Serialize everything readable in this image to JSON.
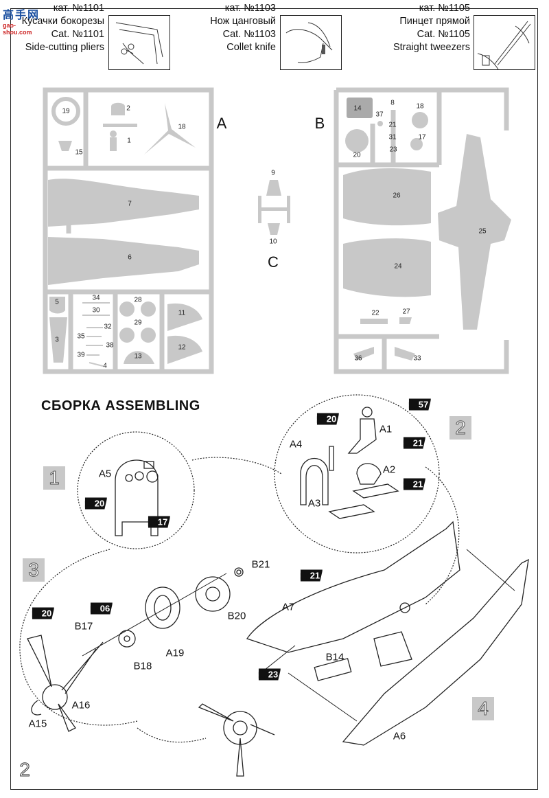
{
  "logo": {
    "chars": "高手网",
    "site": "gao-shou.com"
  },
  "tools": [
    {
      "cat_ru": "кат. №1101",
      "name_ru": "Кусачки бокорезы",
      "cat_en": "Cat. №1101",
      "name_en": "Side-cutting pliers",
      "icon": "pliers-illustration"
    },
    {
      "cat_ru": "кат. №1103",
      "name_ru": "Нож цанговый",
      "cat_en": "Cat. №1103",
      "name_en": "Collet knife",
      "icon": "knife-illustration"
    },
    {
      "cat_ru": "кат. №1105",
      "name_ru": "Пинцет прямой",
      "cat_en": "Cat. №1105",
      "name_en": "Straight tweezers",
      "icon": "tweezers-illustration"
    }
  ],
  "sprues": {
    "A": {
      "letter": "A",
      "parts": [
        "19",
        "2",
        "18",
        "1",
        "15",
        "7",
        "6",
        "5",
        "3",
        "34",
        "30",
        "32",
        "35",
        "38",
        "39",
        "4",
        "28",
        "29",
        "13",
        "11",
        "12"
      ]
    },
    "B": {
      "letter": "B",
      "parts": [
        "14",
        "37",
        "8",
        "18",
        "21",
        "31",
        "17",
        "23",
        "20",
        "26",
        "25",
        "24",
        "22",
        "27",
        "36",
        "33"
      ]
    },
    "C": {
      "letter": "C",
      "parts": [
        "9",
        "10"
      ]
    }
  },
  "assembly_title": "СБОРКА ASSEMBLING",
  "steps": [
    "1",
    "2",
    "3",
    "4"
  ],
  "page_number": "2",
  "part_labels": [
    "A5",
    "A4",
    "A1",
    "A2",
    "A3",
    "B21",
    "B20",
    "A7",
    "B17",
    "B18",
    "A19",
    "A16",
    "A15",
    "B14",
    "A6"
  ],
  "paint_badges": [
    "20",
    "17",
    "20",
    "57",
    "21",
    "21",
    "21",
    "06",
    "20",
    "23"
  ],
  "colors": {
    "sprue": "#c8c8c8",
    "badge": "#111111",
    "step_box": "#c8c8c8"
  }
}
